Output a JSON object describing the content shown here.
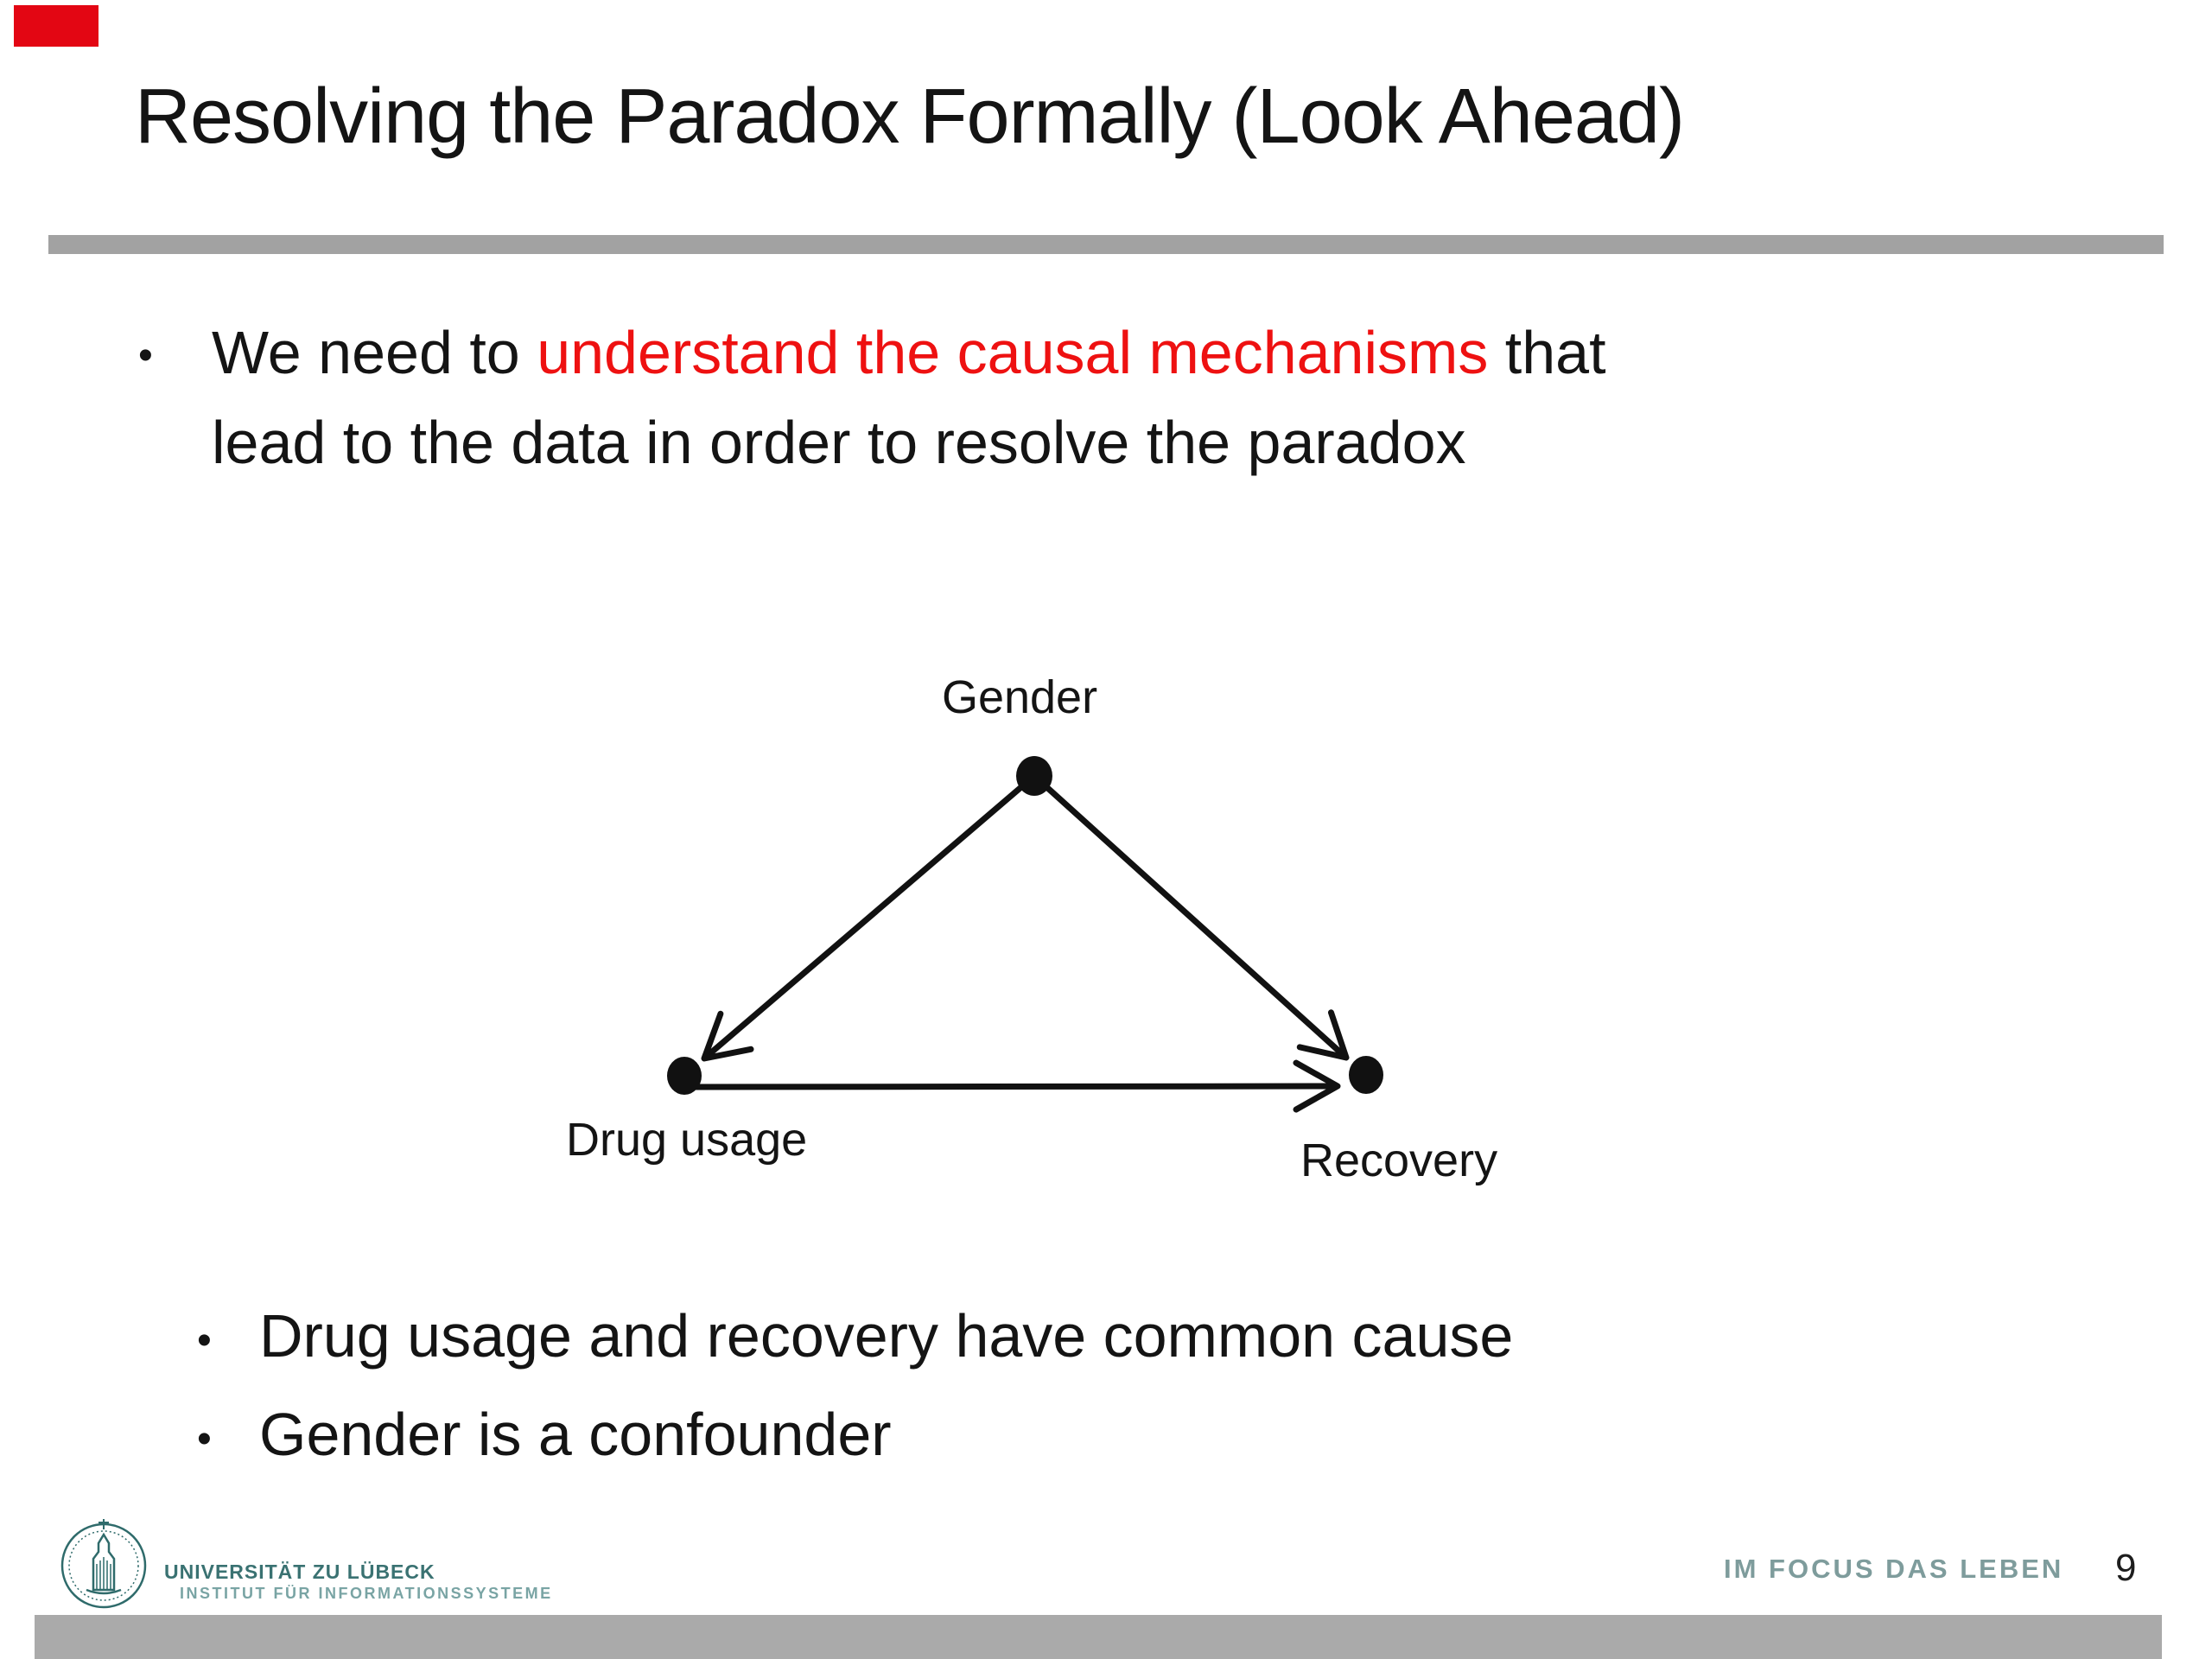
{
  "slide": {
    "title": "Resolving the Paradox Formally (Look Ahead)",
    "page_number": "9"
  },
  "bullets": {
    "main": {
      "marker": "•",
      "pre": "We need to ",
      "highlight": "understand the causal mechanisms",
      "post": " that",
      "line2": "lead to the data in order to resolve the paradox"
    },
    "sub": [
      {
        "marker": "•",
        "text": "Drug usage and recovery have common cause"
      },
      {
        "marker": "•",
        "text": "Gender is a confounder"
      }
    ]
  },
  "diagram": {
    "type": "causal-graph",
    "nodes": [
      {
        "label": "Gender"
      },
      {
        "label": "Drug usage"
      },
      {
        "label": "Recovery"
      }
    ],
    "edges": [
      {
        "from": "Gender",
        "to": "Drug usage"
      },
      {
        "from": "Gender",
        "to": "Recovery"
      },
      {
        "from": "Drug usage",
        "to": "Recovery"
      }
    ]
  },
  "footer": {
    "university_line1": "UNIVERSITÄT ZU LÜBECK",
    "university_line2": "INSTITUT FÜR INFORMATIONSSYSTEME",
    "motto": "IM FOCUS DAS LEBEN"
  },
  "colors": {
    "highlight_red": "#EE1111",
    "corner_red": "#E30613",
    "divider_gray": "#A2A2A2",
    "footer_bar_gray": "#AAAAAA",
    "teal_dark": "#3A7272",
    "teal_light": "#79A4A4",
    "motto_teal": "#7E9C9C"
  }
}
